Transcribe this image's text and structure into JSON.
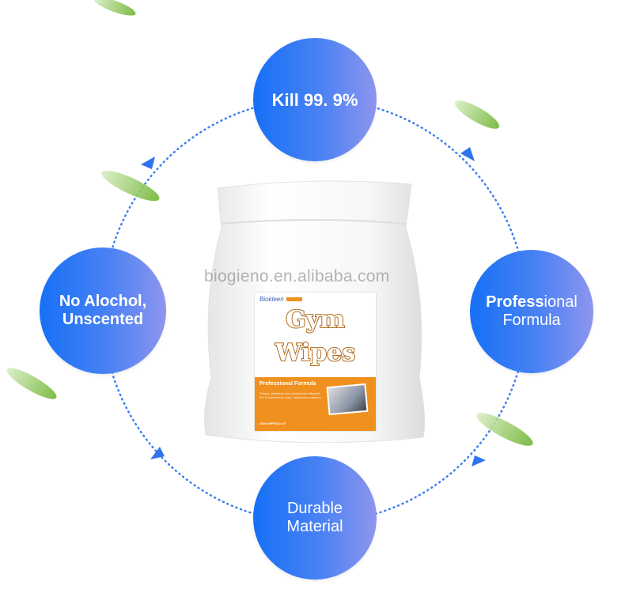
{
  "features": [
    {
      "id": "kill",
      "lines": [
        "Kill 99. 9%"
      ]
    },
    {
      "id": "professional",
      "bold_part": "Profess",
      "regular_part": "ional",
      "line2": "Formula"
    },
    {
      "id": "no-alcohol",
      "lines": [
        "No Alochol,",
        "Unscented"
      ]
    },
    {
      "id": "durable",
      "lines": [
        "Durable",
        "Material"
      ]
    }
  ],
  "product": {
    "brand": "Biokleen",
    "title_line1": "Gym",
    "title_line2": "Wipes",
    "subtitle": "Professional Formula",
    "description": "Cleans, disinfects and deodorizes killing 99. 9% of bacteria on hard, nonporous surfaces",
    "count": "1000 WIPES   6x 8\""
  },
  "watermark": "biogieno.en.alibaba.com",
  "colors": {
    "gradient_start": "#1670f6",
    "gradient_end": "#8e95ee",
    "dots": "#3d7ff0",
    "leaf": "#7fbf3a",
    "label_orange": "#ef901f"
  },
  "icons": [
    "arrow-icon",
    "leaf-icon"
  ]
}
